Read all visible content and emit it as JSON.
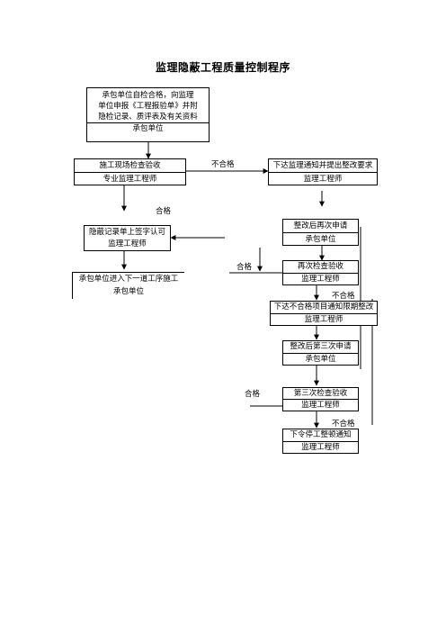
{
  "title": "监理隐蔽工程质量控制程序",
  "nodes": {
    "contractor_self_check": {
      "lines": [
        "承包单位自检合格，向监理",
        "单位申报《工程报验单》并附",
        "隐检记录、质评表及有关资料"
      ],
      "role": "承包单位"
    },
    "site_inspection": {
      "text": "施工现场检查验收",
      "role": "专业监理工程师"
    },
    "rectify_notice": {
      "text": "下达监理通知并提出整改要求",
      "role": "监理工程师"
    },
    "concealed_record_sign": {
      "text": "隐蔽记录单上签字认可",
      "role": "监理工程师"
    },
    "reapply_after_rectify": {
      "text": "整改后再次申请",
      "role": "承包单位"
    },
    "next_process": {
      "text": "承包单位进入下一道工序施工",
      "role": "承包单位"
    },
    "second_inspection": {
      "text": "再次检查验收",
      "role": "监理工程师"
    },
    "unqualified_notice": {
      "text": "下达不合格项目通知限期整改",
      "role": "监理工程师"
    },
    "third_application": {
      "text": "整改后第三次申请",
      "role": "承包单位"
    },
    "third_inspection": {
      "text": "第三次检查验收",
      "role": "监理工程师"
    },
    "stop_work_order": {
      "text": "下令停工整顿通知",
      "role": "监理工程师"
    }
  },
  "labels": {
    "unqualified_1": "不合格",
    "qualified_1": "合格",
    "qualified_2": "合格",
    "unqualified_2": "不合格",
    "qualified_3": "合格",
    "unqualified_3": "不合格"
  }
}
